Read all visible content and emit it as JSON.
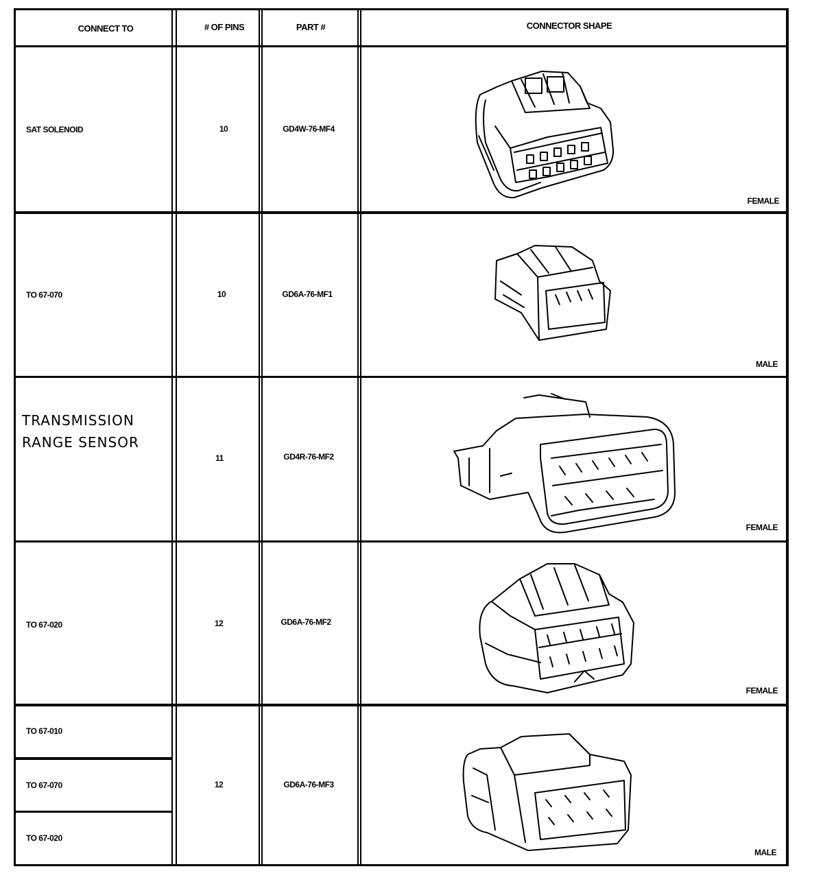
{
  "table": {
    "headers": {
      "connect_to": "CONNECT TO",
      "pins": "# OF PINS",
      "part": "PART #",
      "shape": "CONNECTOR SHAPE"
    },
    "rows": [
      {
        "connect_to": [
          "SAT SOLENOID"
        ],
        "pins": "10",
        "part": "GD4W-76-MF4",
        "gender": "FEMALE",
        "shape_icon": "connector-10pin-female-icon"
      },
      {
        "connect_to": [
          "TO 67-070"
        ],
        "pins": "10",
        "part": "GD6A-76-MF1",
        "gender": "MALE",
        "shape_icon": "connector-10pin-male-icon"
      },
      {
        "connect_to": [
          "TRANSMISSION",
          "RANGE SENSOR"
        ],
        "pins": "11",
        "part": "GD4R-76-MF2",
        "gender": "FEMALE",
        "shape_icon": "connector-11pin-female-icon"
      },
      {
        "connect_to": [
          "TO 67-020"
        ],
        "pins": "12",
        "part": "GD6A-76-MF2",
        "gender": "FEMALE",
        "shape_icon": "connector-12pin-female-icon"
      },
      {
        "connect_to": [
          "TO 67-010",
          "TO 67-070",
          "TO 67-020"
        ],
        "pins": "12",
        "part": "GD6A-76-MF3",
        "gender": "MALE",
        "shape_icon": "connector-12pin-male-icon"
      }
    ]
  }
}
